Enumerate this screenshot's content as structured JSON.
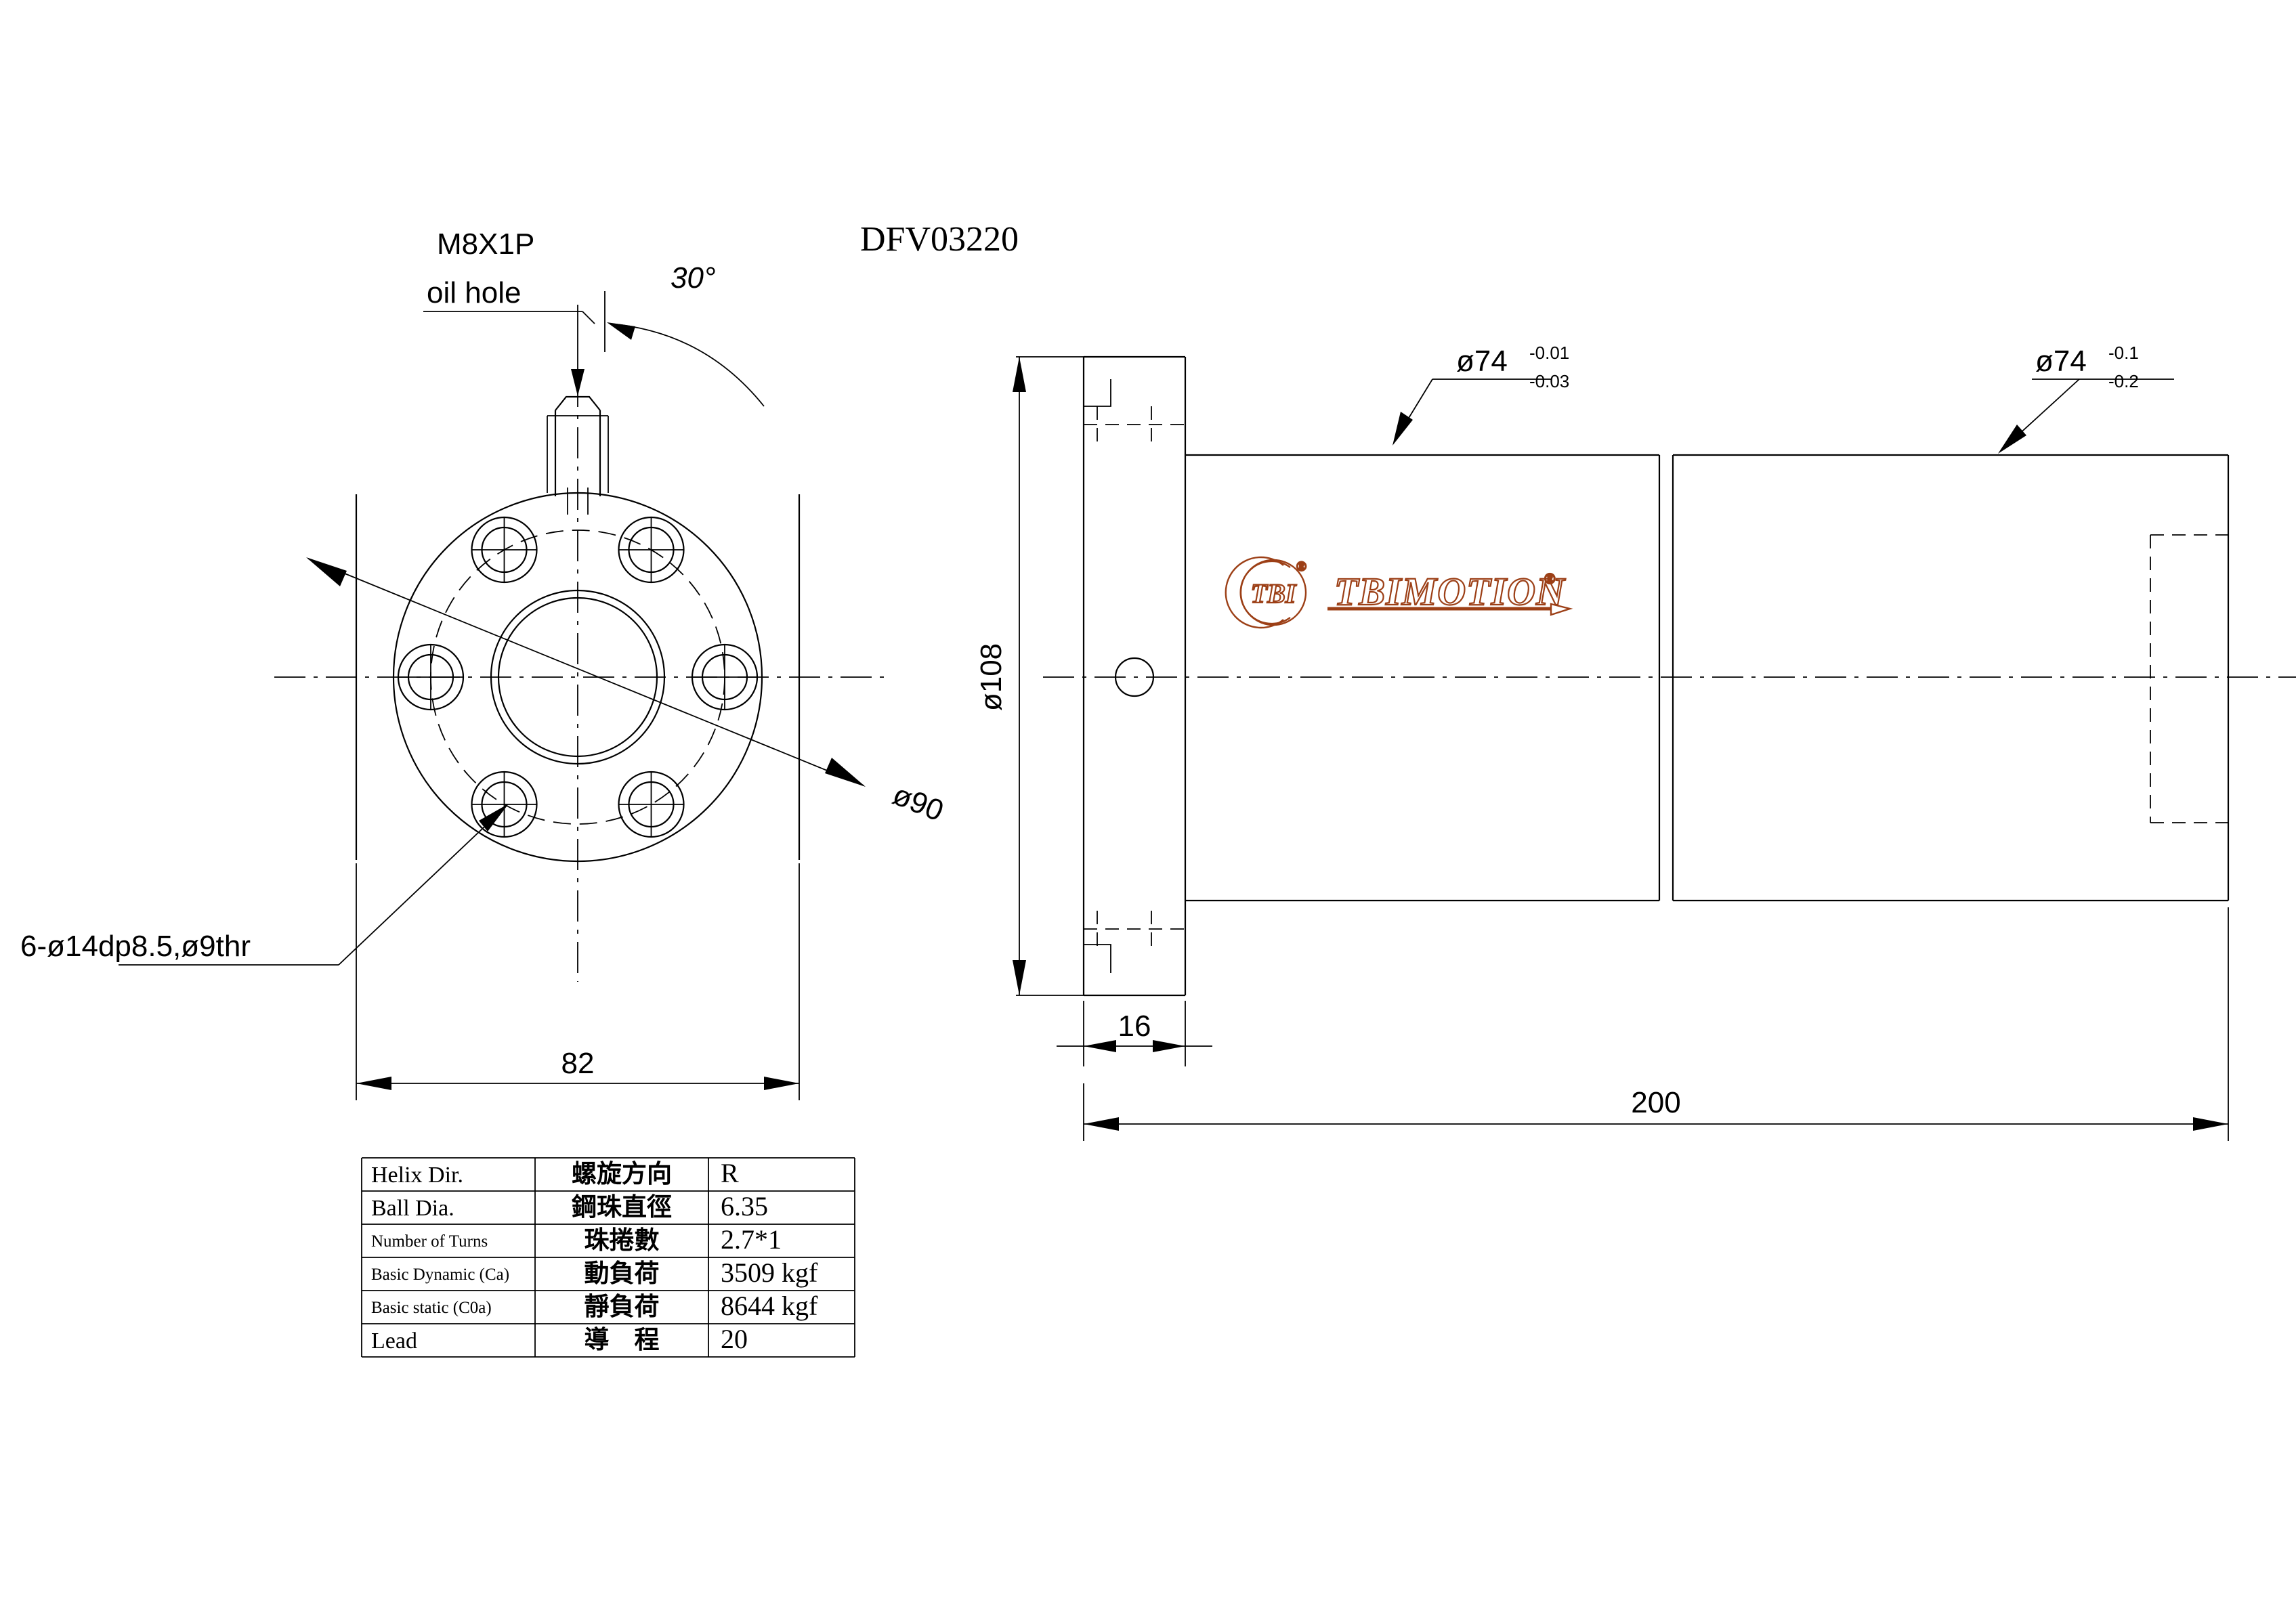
{
  "drawing": {
    "title": "DFV03220",
    "front_view": {
      "oil_hole_label_line1": "M8X1P",
      "oil_hole_label_line2": "oil hole",
      "angle_label": "30°",
      "bolt_circle_label": "ø90",
      "bolt_hole_callout": "6-ø14dp8.5,ø9thr",
      "flange_width_dim": "82"
    },
    "side_view": {
      "flange_diameter_dim": "ø108",
      "flange_thickness_dim": "16",
      "overall_length_dim": "200",
      "nut_dia_left": {
        "nominal": "ø74",
        "upper_tolerance": "-0.01",
        "lower_tolerance": "-0.03"
      },
      "nut_dia_right": {
        "nominal": "ø74",
        "upper_tolerance": "-0.1",
        "lower_tolerance": "-0.2"
      },
      "brand_logo": {
        "mark_text": "TBI",
        "wordmark": "TBIMOTION",
        "registered_symbol": "®",
        "color": "#9c3f16"
      }
    },
    "spec_table": {
      "rows": [
        {
          "en": "Helix  Dir.",
          "cn": "螺旋方向",
          "value": "R"
        },
        {
          "en": "Ball Dia.",
          "cn": "鋼珠直徑",
          "value": "6.35"
        },
        {
          "en": "Number of Turns",
          "cn": "珠捲數",
          "value": "2.7*1"
        },
        {
          "en": "Basic Dynamic (Ca)",
          "cn": "動負荷",
          "value": "3509 kgf"
        },
        {
          "en": "Basic static (C0a)",
          "cn": "靜負荷",
          "value": "8644 kgf"
        },
        {
          "en": "Lead",
          "cn": "導　程",
          "value": "20"
        }
      ]
    }
  }
}
